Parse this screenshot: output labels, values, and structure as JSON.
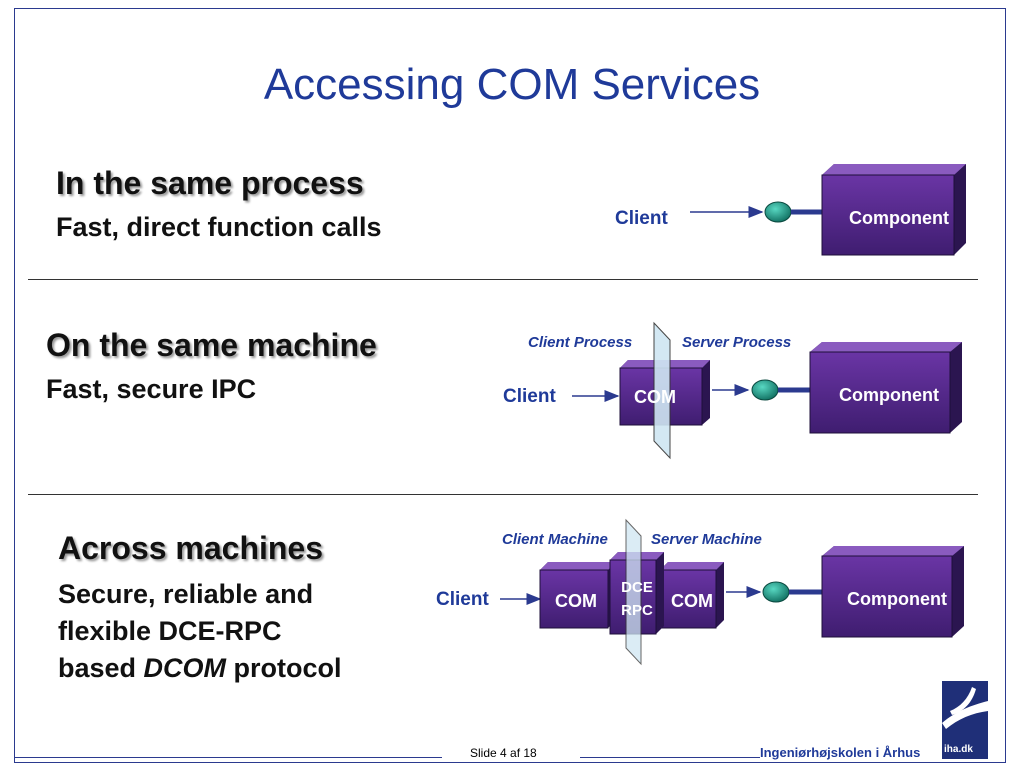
{
  "slide": {
    "title": "Accessing COM Services",
    "footer": {
      "slide_label": "Slide 4 af  18",
      "school": "Ingeniørhøjskolen i Århus",
      "logo_text": "iha.dk"
    }
  },
  "sections": [
    {
      "heading": "In the same process",
      "body": "Fast, direct function calls",
      "diagram": {
        "client": "Client",
        "component": "Component"
      }
    },
    {
      "heading": "On the same machine",
      "body": "Fast, secure IPC",
      "diagram": {
        "client_process": "Client Process",
        "server_process": "Server Process",
        "client": "Client",
        "com": "COM",
        "component": "Component"
      }
    },
    {
      "heading": "Across machines",
      "body_line1": "Secure, reliable and",
      "body_line2": "flexible DCE-RPC",
      "body_line3_prefix": "based ",
      "body_line3_em": "DCOM",
      "body_line3_suffix": " protocol",
      "diagram": {
        "client_machine": "Client Machine",
        "server_machine": "Server Machine",
        "client": "Client",
        "com_left": "COM",
        "dce": "DCE",
        "rpc": "RPC",
        "com_right": "COM",
        "component": "Component"
      }
    }
  ],
  "colors": {
    "title": "#1f3a99",
    "box_face": "#5a2b8f",
    "box_top": "#8a5bbf",
    "interface": "#1f8f7f",
    "arrow": "#2b3a8f"
  }
}
